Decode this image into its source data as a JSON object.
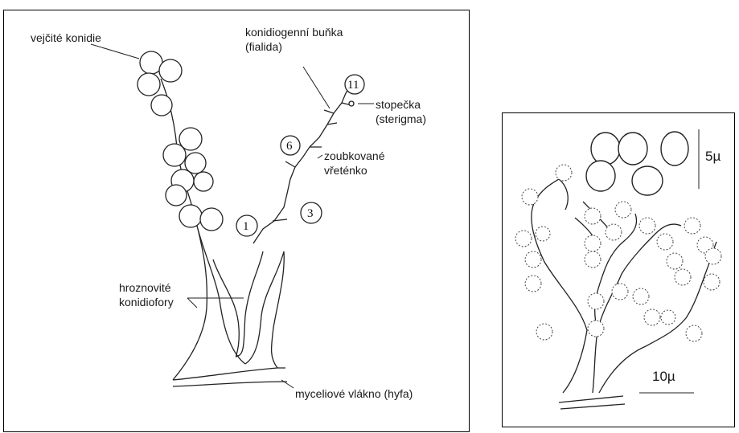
{
  "left_panel": {
    "labels": {
      "conidia": "vejčité konidie",
      "conidiogenous_cell": "konidiogenní buňka",
      "phialide": "(fialida)",
      "stalk": "stopečka",
      "sterigma": "(sterigma)",
      "rachis_1": "zoubkované",
      "rachis_2": "vřeténko",
      "conidiophores_1": "hroznovité",
      "conidiophores_2": "konidiofory",
      "hypha": "myceliové vlákno (hyfa)"
    },
    "stage_numbers": [
      "1",
      "3",
      "6",
      "11"
    ]
  },
  "right_panel": {
    "scale_small": "5µ",
    "scale_large": "10µ"
  }
}
